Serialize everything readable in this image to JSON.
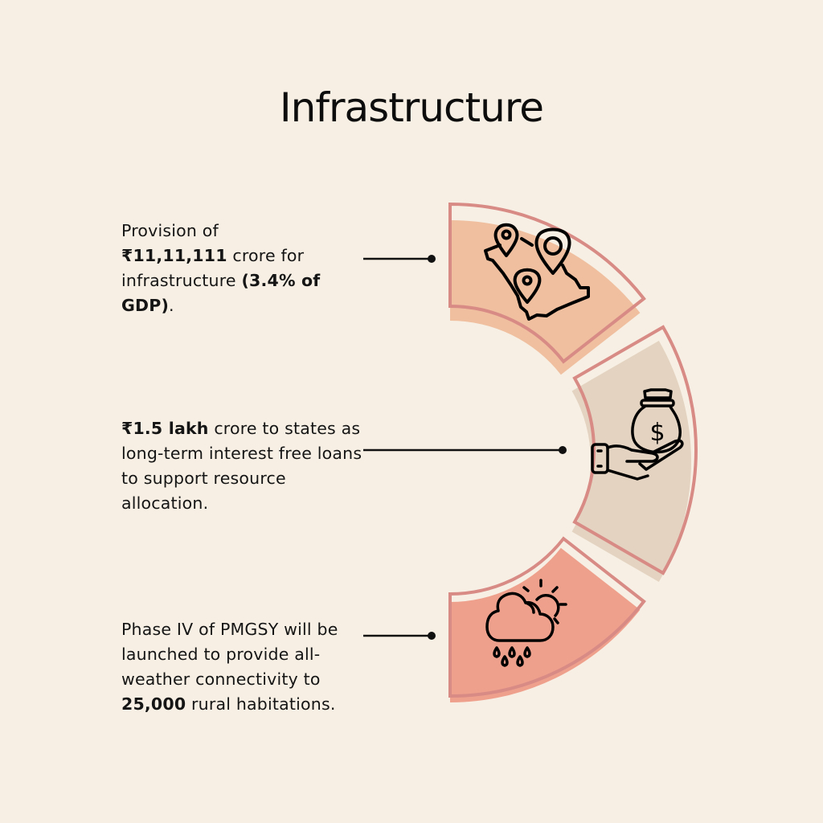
{
  "title": "Infrastructure",
  "colors": {
    "background": "#F7EFE3",
    "outline": "#D88A85",
    "segment_top": "#EFBF9F",
    "segment_middle": "#E3D3C0",
    "segment_bottom": "#EFA08D"
  },
  "items": [
    {
      "icon": "map-pins-icon",
      "parts": [
        {
          "text": "Provision of",
          "bold": false
        },
        {
          "text": "\n",
          "bold": false
        },
        {
          "text": "₹11,11,111",
          "bold": true
        },
        {
          "text": " crore for infrastructure ",
          "bold": false
        },
        {
          "text": "(3.4% of GDP)",
          "bold": true
        },
        {
          "text": ".",
          "bold": false
        }
      ]
    },
    {
      "icon": "money-bag-hand-icon",
      "parts": [
        {
          "text": "₹1.5 lakh",
          "bold": true
        },
        {
          "text": " crore to states as long-term interest free loans to support resource allocation.",
          "bold": false
        }
      ]
    },
    {
      "icon": "cloud-rain-sun-icon",
      "parts": [
        {
          "text": "Phase IV of PMGSY will be launched to provide all-weather connectivity to ",
          "bold": false
        },
        {
          "text": "25,000",
          "bold": true
        },
        {
          "text": " rural habitations.",
          "bold": false
        }
      ]
    }
  ]
}
